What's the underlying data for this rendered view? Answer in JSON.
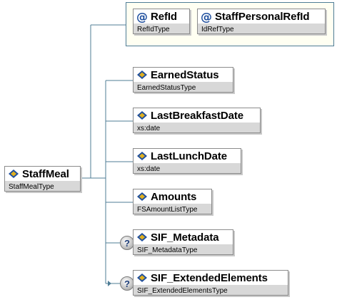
{
  "root": {
    "name": "StaffMeal",
    "type": "StaffMealType",
    "icon": "element-icon"
  },
  "attributes": [
    {
      "name": "RefId",
      "type": "RefIdType",
      "icon": "at-icon",
      "symbol": "@"
    },
    {
      "name": "StaffPersonalRefId",
      "type": "IdRefType",
      "icon": "at-icon",
      "symbol": "@"
    }
  ],
  "children": [
    {
      "name": "EarnedStatus",
      "type": "EarnedStatusType",
      "optional": false
    },
    {
      "name": "LastBreakfastDate",
      "type": "xs:date",
      "optional": false
    },
    {
      "name": "LastLunchDate",
      "type": "xs:date",
      "optional": false
    },
    {
      "name": "Amounts",
      "type": "FSAmountListType",
      "optional": false
    },
    {
      "name": "SIF_Metadata",
      "type": "SIF_MetadataType",
      "optional": true,
      "marker": "?"
    },
    {
      "name": "SIF_ExtendedElements",
      "type": "SIF_ExtendedElementsType",
      "optional": true,
      "marker": "?"
    }
  ],
  "colors": {
    "connector": "#4f7d96",
    "type_bar": "#d8d8d8",
    "attr_bg": "#fffff2",
    "icon_blue": "#1f4f9e",
    "icon_gold": "#e0b020"
  }
}
